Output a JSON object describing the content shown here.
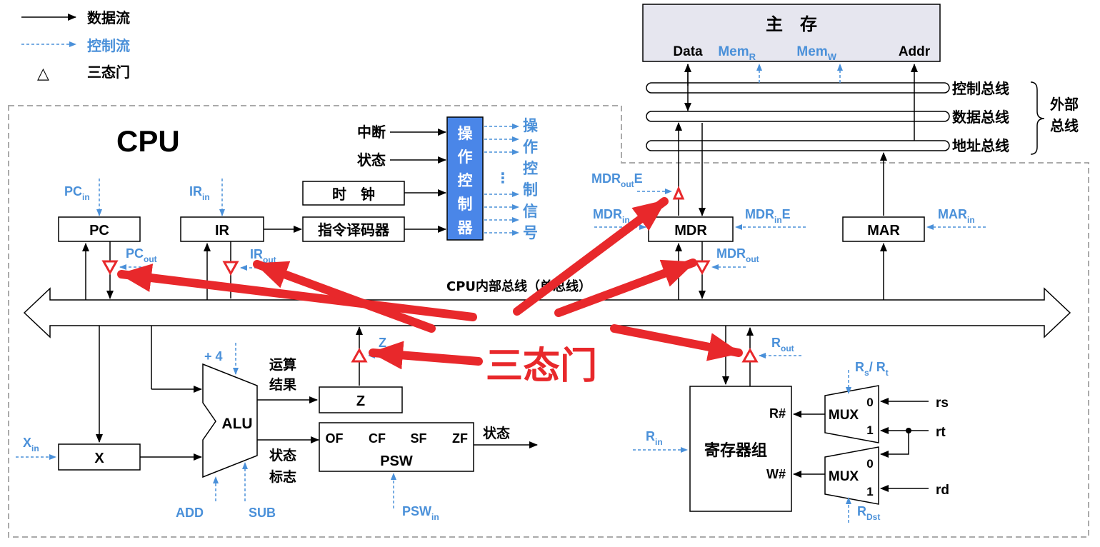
{
  "colors": {
    "data": "#000000",
    "control": "#4a90d9",
    "red": "#e8282b",
    "controller_fill": "#4a86e8",
    "memory_fill": "#e6e6ef",
    "dash": "#aaaaaa"
  },
  "legend": {
    "data_flow": "数据流",
    "control_flow": "控制流",
    "tristate_symbol": "△",
    "tristate": "三态门"
  },
  "memory": {
    "title": "主　存",
    "ports": {
      "data": "Data",
      "memr": "Mem",
      "memr_sub": "R",
      "memw": "Mem",
      "memw_sub": "W",
      "addr": "Addr"
    }
  },
  "buses": {
    "control": "控制总线",
    "data": "数据总线",
    "address": "地址总线",
    "external_1": "外部",
    "external_2": "总线",
    "internal": "CPU内部总线（单总线）"
  },
  "cpu": {
    "title": "CPU",
    "pc": "PC",
    "ir": "IR",
    "clock": "时　钟",
    "decoder": "指令译码器",
    "interrupt": "中断",
    "status_in": "状态",
    "controller": [
      "操",
      "作",
      "控",
      "制",
      "器"
    ],
    "ctrl_signals": [
      "操",
      "作",
      "控",
      "制",
      "信",
      "号"
    ],
    "ctrl_dots": "⋮",
    "mdr": "MDR",
    "mar": "MAR",
    "x": "X",
    "alu": "ALU",
    "z": "Z",
    "psw": "PSW",
    "flags": [
      "OF",
      "CF",
      "SF",
      "ZF"
    ],
    "plus4": "+ 4",
    "alu_result": [
      "运算",
      "结果"
    ],
    "status_flags": [
      "状态",
      "标志"
    ],
    "status_out": "状态",
    "regfile": "寄存器组",
    "rnum": "R#",
    "wnum": "W#",
    "mux": "MUX",
    "mux_0": "0",
    "mux_1": "1",
    "rs": "rs",
    "rt": "rt",
    "rd": "rd"
  },
  "signals": {
    "pc_in": "PC",
    "pc_in_sub": "in",
    "pc_out": "PC",
    "pc_out_sub": "out",
    "ir_in": "IR",
    "ir_in_sub": "in",
    "ir_out": "IR",
    "ir_out_sub": "out",
    "mdr_out_e": "MDR",
    "mdr_out_e_sub": "out",
    "mdr_out_e_tail": "E",
    "mdr_in": "MDR",
    "mdr_in_sub": "in",
    "mdr_in_e": "MDR",
    "mdr_in_e_sub": "in",
    "mdr_in_e_tail": "E",
    "mdr_out": "MDR",
    "mdr_out_sub": "out",
    "mar_in": "MAR",
    "mar_in_sub": "in",
    "z_out": "Z",
    "z_out_sub": "out",
    "r_out": "R",
    "r_out_sub": "out",
    "r_in": "R",
    "r_in_sub": "in",
    "x_in": "X",
    "x_in_sub": "in",
    "add": "ADD",
    "sub": "SUB",
    "psw_in": "PSW",
    "psw_in_sub": "in",
    "rs_rt_r": "R",
    "rs_sub": "s",
    "rs_rt_sep": "/ ",
    "rt_r": "R",
    "rt_sub": "t",
    "r_dst": "R",
    "r_dst_sub": "Dst"
  },
  "annotation": {
    "label": "三态门"
  }
}
